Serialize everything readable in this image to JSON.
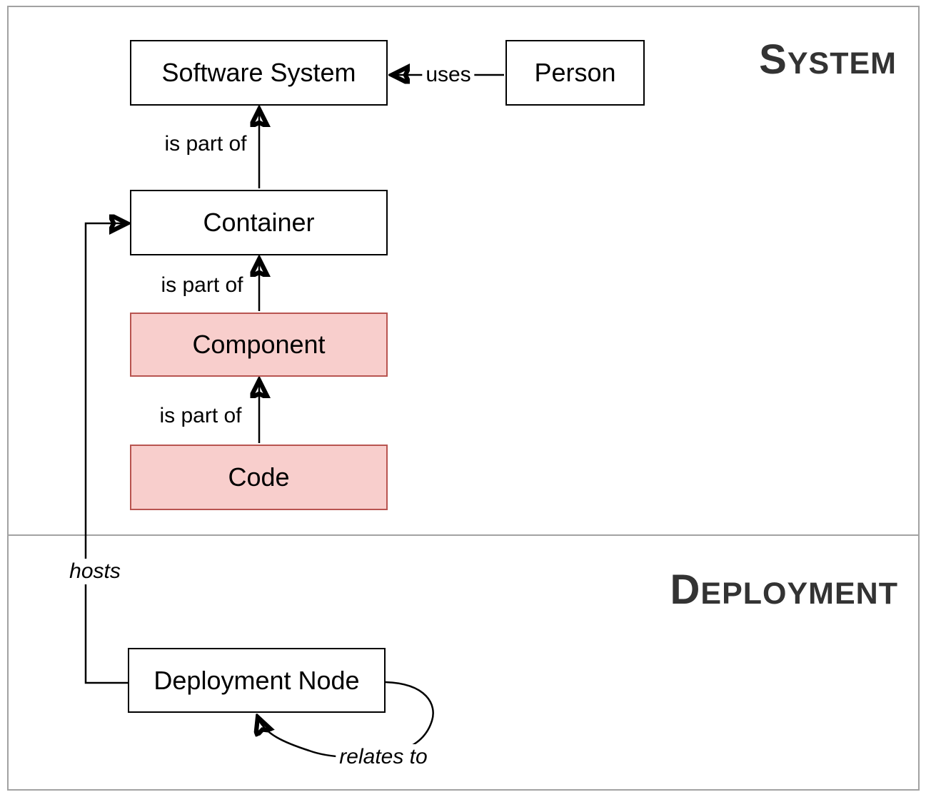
{
  "diagram": {
    "sections": {
      "system": {
        "initial": "S",
        "rest": "YSTEM"
      },
      "deployment": {
        "initial": "D",
        "rest": "EPLOYMENT"
      }
    },
    "nodes": {
      "software_system": {
        "label": "Software System",
        "style": "plain"
      },
      "person": {
        "label": "Person",
        "style": "plain"
      },
      "container": {
        "label": "Container",
        "style": "plain"
      },
      "component": {
        "label": "Component",
        "style": "highlight"
      },
      "code": {
        "label": "Code",
        "style": "highlight"
      },
      "deployment_node": {
        "label": "Deployment Node",
        "style": "plain"
      }
    },
    "edges": {
      "uses": {
        "label": "uses",
        "from": "Person",
        "to": "Software System"
      },
      "container_part_of_system": {
        "label": "is part of",
        "from": "Container",
        "to": "Software System"
      },
      "component_part_of_container": {
        "label": "is part of",
        "from": "Component",
        "to": "Container"
      },
      "code_part_of_component": {
        "label": "is part of",
        "from": "Code",
        "to": "Component"
      },
      "hosts": {
        "label": "hosts",
        "from": "Deployment Node",
        "to": "Container"
      },
      "relates_to": {
        "label": "relates to",
        "from": "Deployment Node",
        "to": "Deployment Node"
      }
    },
    "colors": {
      "highlight_fill": "#f8cecc",
      "highlight_border": "#b85450",
      "line": "#000000",
      "frame": "#a2a2a2",
      "section_label": "#333333"
    }
  }
}
